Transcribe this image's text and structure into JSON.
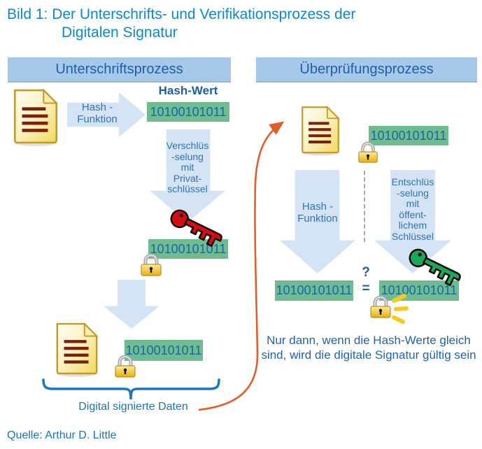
{
  "title": {
    "line1": "Bild 1: Der Unterschrifts- und Verifikationsprozess der",
    "line2": "Digitalen Signatur"
  },
  "headers": {
    "left": "Unterschriftsprozess",
    "right": "Überprüfungsprozess"
  },
  "hash_value": "10100101011",
  "labels": {
    "hash_wert": "Hash-Wert",
    "hash_funktion": [
      "Hash -",
      "Funktion"
    ],
    "verschluesselung": [
      "Verschlüs",
      "-selung",
      "mit",
      "Privat-",
      "schlüssel"
    ],
    "entschluesselung": [
      "Entschlüs",
      "-selung",
      "mit",
      "öffent-",
      "lichem",
      "Schlüssel"
    ],
    "question_mark": "?",
    "equals_sign": "=",
    "digital_signed": "Digital signierte Daten",
    "conclusion_line1": "Nur dann, wenn die Hash-Werte gleich",
    "conclusion_line2": "sind, wird die digitale Signatur gültig sein",
    "source": "Quelle: Arthur D. Little"
  },
  "colors": {
    "title_blue": "#0f87c9",
    "header_bg": "#a7c9e9",
    "header_text": "#1c5fa7",
    "arrow_fill": "#d5e4f4",
    "arrow_text": "#2e74b5",
    "hash_box_bg": "#6fbc90",
    "hash_box_text": "#1566aa",
    "brace_blue": "#1b75bc",
    "orange_arrow": "#df5f2b",
    "private_key_red": "#d01010",
    "public_key_green": "#18a85a",
    "padlock_gold": "#eab511"
  }
}
